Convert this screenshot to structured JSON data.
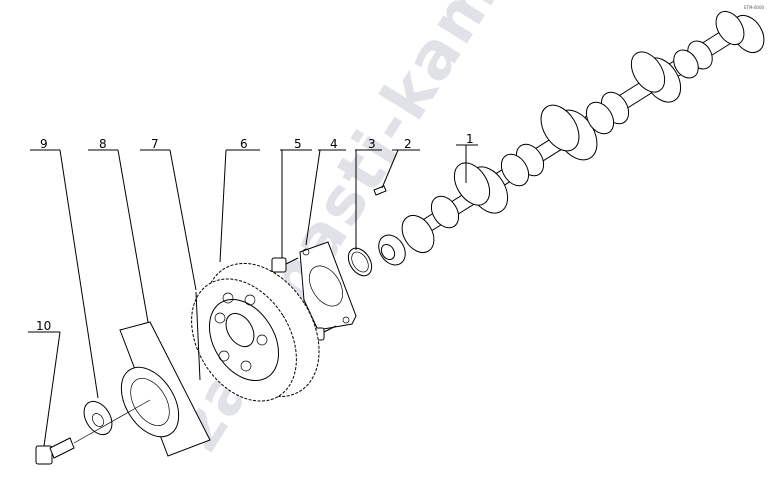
{
  "diagram": {
    "watermark": "zapchasti-kamaz.ru",
    "corner_tag": "ETM-0000",
    "callouts": [
      {
        "id": "1",
        "label": "1"
      },
      {
        "id": "2",
        "label": "2"
      },
      {
        "id": "3",
        "label": "3"
      },
      {
        "id": "4",
        "label": "4"
      },
      {
        "id": "5",
        "label": "5"
      },
      {
        "id": "6",
        "label": "6"
      },
      {
        "id": "7",
        "label": "7"
      },
      {
        "id": "8",
        "label": "8"
      },
      {
        "id": "9",
        "label": "9"
      },
      {
        "id": "10",
        "label": "10"
      }
    ]
  }
}
